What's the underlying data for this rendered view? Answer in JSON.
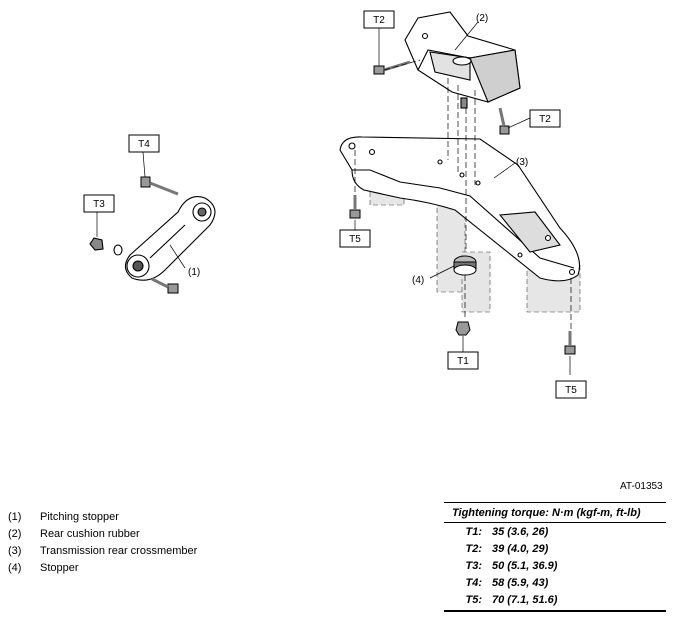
{
  "figure_id": "AT-01353",
  "callouts": {
    "t2_top": "T2",
    "t2_right": "T2",
    "t4": "T4",
    "t3": "T3",
    "t5_left": "T5",
    "t1": "T1",
    "t5_right": "T5",
    "p1": "(1)",
    "p2": "(2)",
    "p3": "(3)",
    "p4": "(4)"
  },
  "legend": [
    {
      "num": "(1)",
      "label": "Pitching stopper"
    },
    {
      "num": "(2)",
      "label": "Rear cushion rubber"
    },
    {
      "num": "(3)",
      "label": "Transmission rear crossmember"
    },
    {
      "num": "(4)",
      "label": "Stopper"
    }
  ],
  "torque": {
    "title": "Tightening torque: N·m (kgf-m, ft-lb)",
    "rows": [
      {
        "key": "T1:",
        "value": "35 (3.6, 26)"
      },
      {
        "key": "T2:",
        "value": "39 (4.0, 29)"
      },
      {
        "key": "T3:",
        "value": "50 (5.1, 36.9)"
      },
      {
        "key": "T4:",
        "value": "58 (5.9, 43)"
      },
      {
        "key": "T5:",
        "value": "70 (7.1, 51.6)"
      }
    ]
  }
}
